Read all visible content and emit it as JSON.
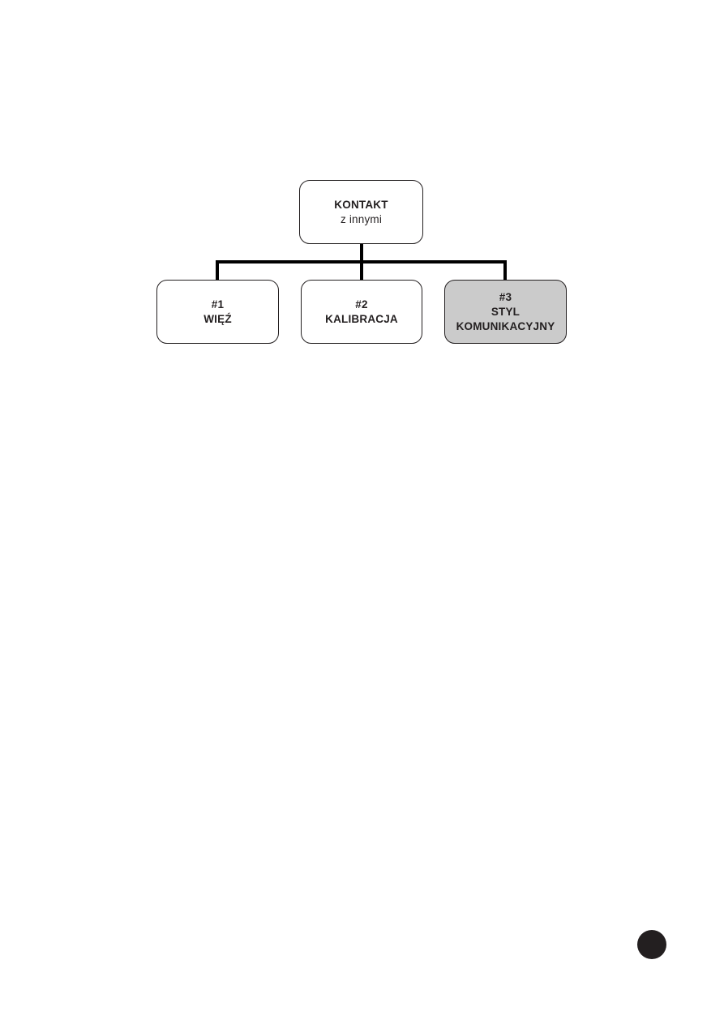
{
  "page": {
    "background": "#ffffff",
    "ink_color": "#231f20",
    "page_marker": {
      "shape": "filled-circle",
      "color": "#231f20"
    }
  },
  "diagram": {
    "type": "tree",
    "line_color": "#000000",
    "highlight_fill": "#cbcbcb",
    "root": {
      "title": "KONTAKT",
      "subtitle": "z innymi",
      "fill": "#ffffff"
    },
    "children": [
      {
        "number": "#1",
        "label": "WIĘŹ",
        "fill": "#ffffff",
        "highlighted": false
      },
      {
        "number": "#2",
        "label": "KALIBRACJA",
        "fill": "#ffffff",
        "highlighted": false
      },
      {
        "number": "#3",
        "label": "STYL\nKOMUNIKACYJNY",
        "fill": "#cbcbcb",
        "highlighted": true
      }
    ]
  }
}
